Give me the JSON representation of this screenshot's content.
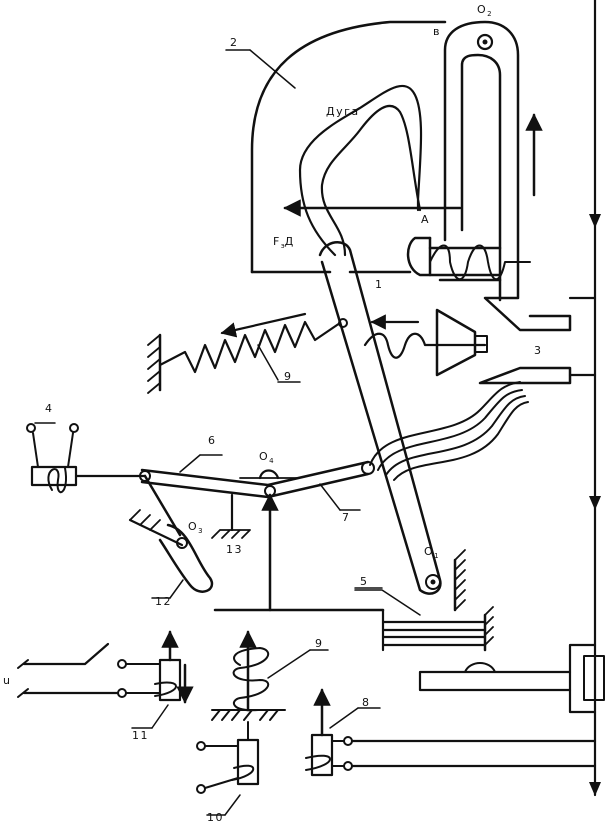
{
  "labels": {
    "n1": "1",
    "n2": "2",
    "n3": "3",
    "n4": "4",
    "n5": "5",
    "n6": "6",
    "n7": "7",
    "n8": "8",
    "n9_top": "9",
    "n9_bottom": "9",
    "n10": "10",
    "n11": "11",
    "n12": "12",
    "n13": "13",
    "arc": "Дуга",
    "point_a": "А",
    "point_v": "в",
    "force": "F",
    "force_sub": "э",
    "force_tail": "Д",
    "pivot_o": "О",
    "o1_sub": "1",
    "o2_sub": "2",
    "o3_sub": "3",
    "o4_sub": "4",
    "voltage": "u"
  },
  "colors": {
    "stroke": "#111111",
    "background": "#ffffff"
  }
}
